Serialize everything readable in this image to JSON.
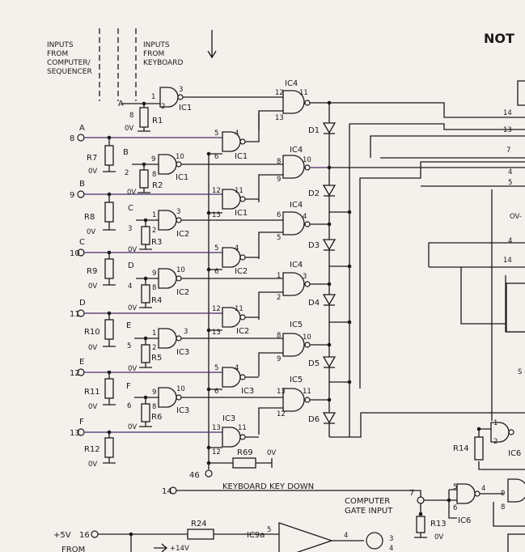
{
  "title_fragment": "NOT",
  "header": {
    "computer_line1": "INPUTS",
    "computer_line2": "FROM",
    "computer_line3": "COMPUTER/",
    "computer_line4": "SEQUENCER",
    "keyboard_line1": "INPUTS",
    "keyboard_line2": "FROM",
    "keyboard_line3": "KEYBOARD"
  },
  "labels": {
    "keyboard_key_down": "KEYBOARD KEY DOWN",
    "computer_gate_line1": "COMPUTER",
    "computer_gate_line2": "GATE INPUT",
    "plus5v": "+5V",
    "plus14v": "+14V",
    "from": "FROM",
    "ov": "0V"
  },
  "inputs": [
    {
      "letter": "A",
      "pin": "8"
    },
    {
      "letter": "B",
      "pin": "9"
    },
    {
      "letter": "C",
      "pin": "10"
    },
    {
      "letter": "D",
      "pin": "11"
    },
    {
      "letter": "E",
      "pin": "12"
    },
    {
      "letter": "F",
      "pin": "13"
    }
  ],
  "pins": {
    "p14": "14",
    "p16": "16",
    "p7": "7",
    "p46": "46"
  },
  "parts": {
    "IC1": "IC1",
    "IC2": "IC2",
    "IC3": "IC3",
    "IC4": "IC4",
    "IC5": "IC5",
    "IC6": "IC6",
    "IC9a": "IC9a",
    "R1": "R1",
    "R2": "R2",
    "R3": "R3",
    "R4": "R4",
    "R5": "R5",
    "R6": "R6",
    "R7": "R7",
    "R8": "R8",
    "R9": "R9",
    "R10": "R10",
    "R11": "R11",
    "R12": "R12",
    "R13": "R13",
    "R14": "R14",
    "R24": "R24",
    "R69": "R69",
    "D1": "D1",
    "D2": "D2",
    "D3": "D3",
    "D4": "D4",
    "D5": "D5",
    "D6": "D6",
    "OV_partial": "OV-"
  },
  "right_pins": [
    "14",
    "13",
    "7",
    "4",
    "5",
    "4",
    "14",
    "7",
    "5"
  ]
}
